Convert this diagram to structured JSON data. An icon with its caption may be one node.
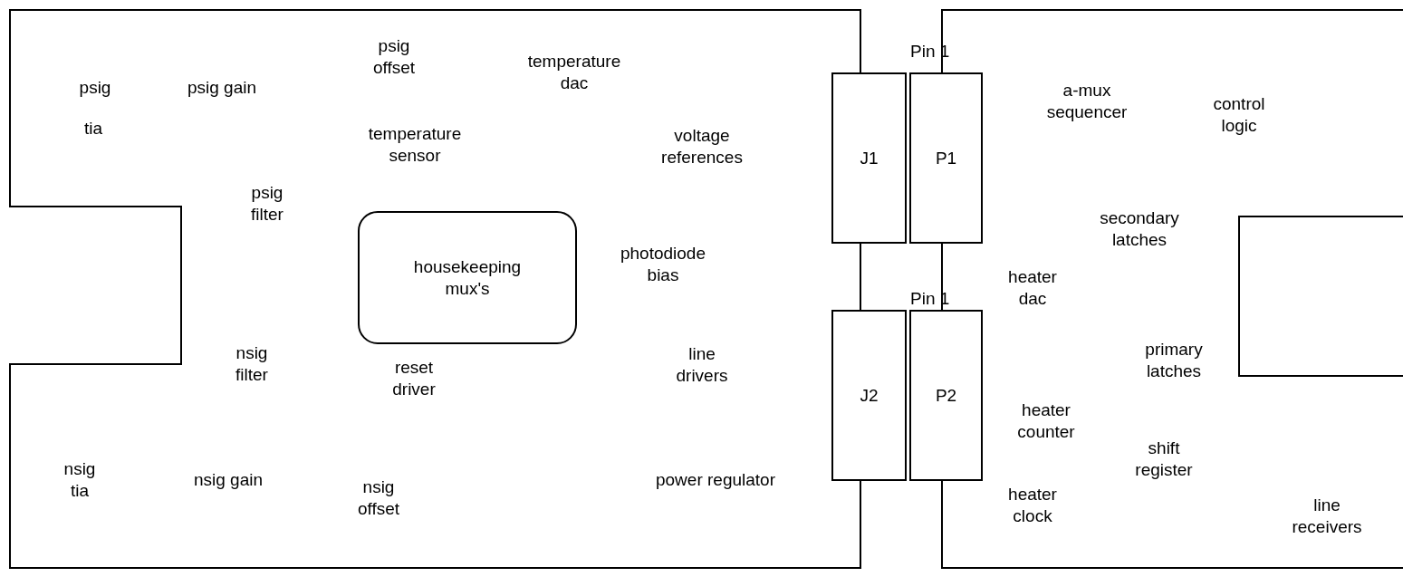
{
  "diagram": {
    "nodes": [
      {
        "text": [],
        "shape": "box"
      },
      {
        "text": [
          "housekeeping mux's"
        ],
        "in": 0
      },
      {
        "text": [
          "J1"
        ]
      },
      {
        "text": [
          "J2"
        ]
      },
      {
        "text": [],
        "shape": "box"
      },
      {
        "text": [
          "P1"
        ]
      },
      {
        "text": [
          "P2"
        ]
      },
      {
        "text": [],
        "shape": "box",
        "in": 4
      }
    ],
    "labels": [
      "psig offset",
      "temperature dac",
      "psig",
      "psig gain",
      "Pin 1",
      "a-mux sequencer",
      "control logic",
      "tia",
      "temperature sensor",
      "voltage references",
      "psig filter",
      "secondary latches",
      "photodiode bias",
      "heater dac",
      "Pin 1",
      "nsig filter",
      "reset driver",
      "line drivers",
      "primary latches",
      "heater counter",
      "shift register",
      "nsig tia",
      "nsig gain",
      "nsig offset",
      "power regulator",
      "heater clock",
      "line receivers"
    ]
  }
}
